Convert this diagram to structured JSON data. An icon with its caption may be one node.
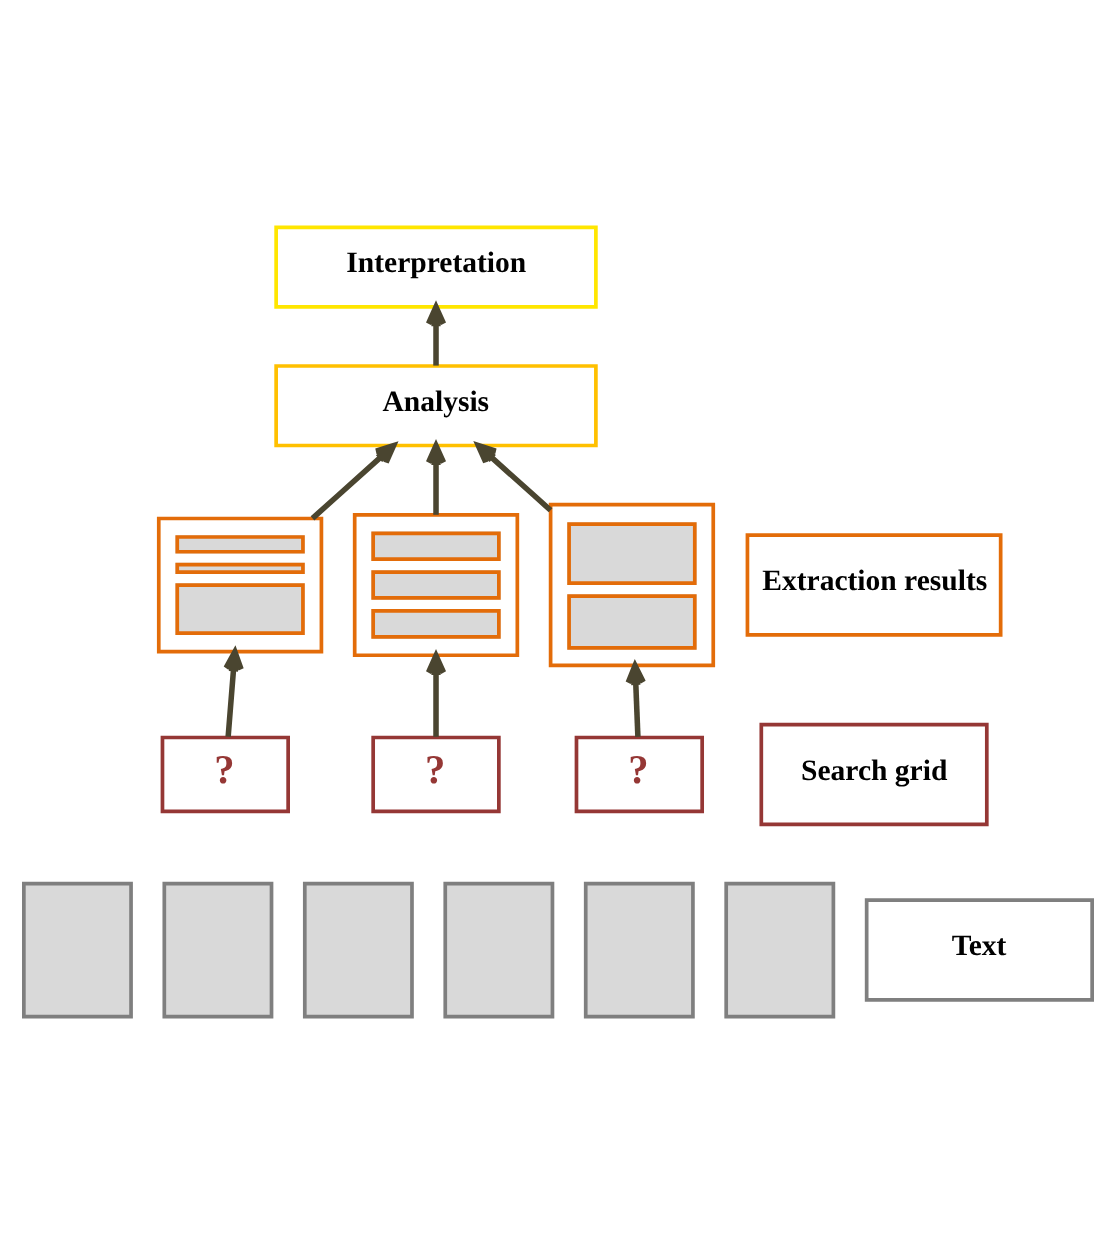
{
  "diagram": {
    "nodes": [
      {
        "text": [
          "Interpretation"
        ]
      },
      {
        "text": [
          "Analysis"
        ]
      },
      {
        "text": [],
        "shape": "box"
      },
      {
        "text": [],
        "shape": "box"
      },
      {
        "text": [],
        "shape": "box"
      },
      {
        "text": [
          "Extraction results"
        ]
      },
      {
        "text": [
          "?"
        ]
      },
      {
        "text": [
          "?"
        ]
      },
      {
        "text": [
          "?"
        ]
      },
      {
        "text": [
          "Search grid"
        ]
      },
      {
        "text": [],
        "shape": "box"
      },
      {
        "text": [],
        "shape": "box"
      },
      {
        "text": [],
        "shape": "box"
      },
      {
        "text": [],
        "shape": "box"
      },
      {
        "text": [],
        "shape": "box"
      },
      {
        "text": [],
        "shape": "box"
      },
      {
        "text": [
          "Text"
        ]
      }
    ],
    "edges": [
      {
        "from": 1,
        "to": 0,
        "arrow": "to"
      },
      {
        "from": 2,
        "to": 1,
        "arrow": "to"
      },
      {
        "from": 3,
        "to": 1,
        "arrow": "to"
      },
      {
        "from": 4,
        "to": 1,
        "arrow": "to"
      },
      {
        "from": 6,
        "to": 2,
        "arrow": "to"
      },
      {
        "from": 7,
        "to": 3,
        "arrow": "to"
      },
      {
        "from": 8,
        "to": 4,
        "arrow": "to"
      }
    ]
  }
}
